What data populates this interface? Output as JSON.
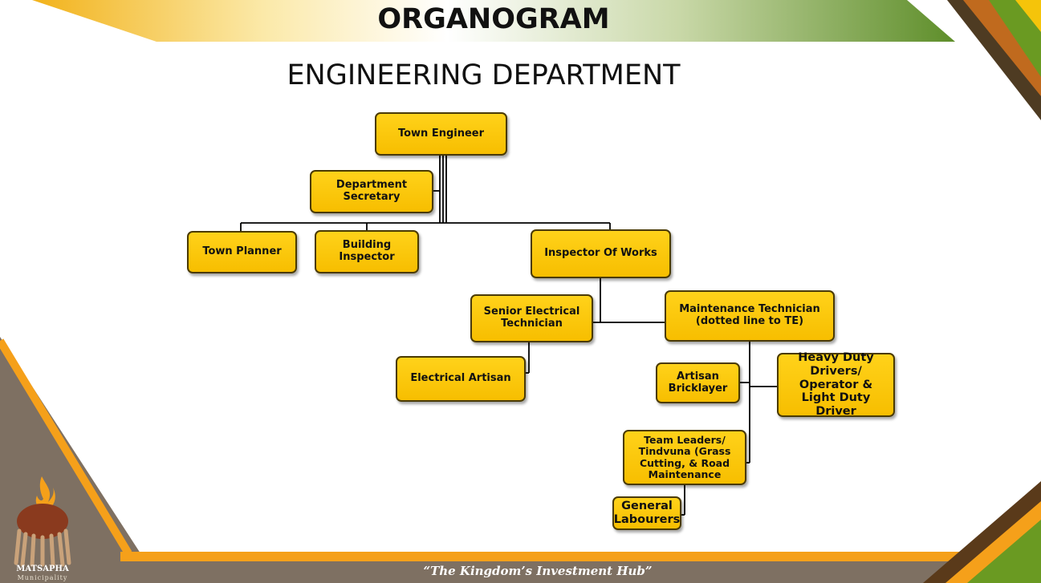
{
  "header": {
    "title": "ORGANOGRAM",
    "subtitle": "ENGINEERING DEPARTMENT"
  },
  "nodes": {
    "town_engineer": "Town Engineer",
    "department_secretary": "Department Secretary",
    "town_planner": "Town Planner",
    "building_inspector": "Building Inspector",
    "inspector_of_works": "Inspector Of Works",
    "senior_electrical_technician": "Senior Electrical Technician",
    "maintenance_technician_line1": "Maintenance Technician",
    "maintenance_technician_line2": "(dotted line to TE)",
    "electrical_artisan": "Electrical Artisan",
    "artisan_bricklayer": "Artisan Bricklayer",
    "heavy_duty_drivers": "Heavy Duty Drivers/ Operator & Light Duty Driver",
    "team_leaders": "Team Leaders/ Tindvuna (Grass Cutting, & Road Maintenance",
    "general_labourers": "General Labourers"
  },
  "footer": {
    "tagline": "“The  Kingdom’s Investment Hub”"
  },
  "logo": {
    "name": "MATSAPHA",
    "sub": "Municipality"
  },
  "colors": {
    "node_fill": "#ffd21a",
    "node_border": "#4a3a00",
    "green": "#5a8a1a",
    "orange": "#f5a01a",
    "brown": "#7a6a5a"
  }
}
